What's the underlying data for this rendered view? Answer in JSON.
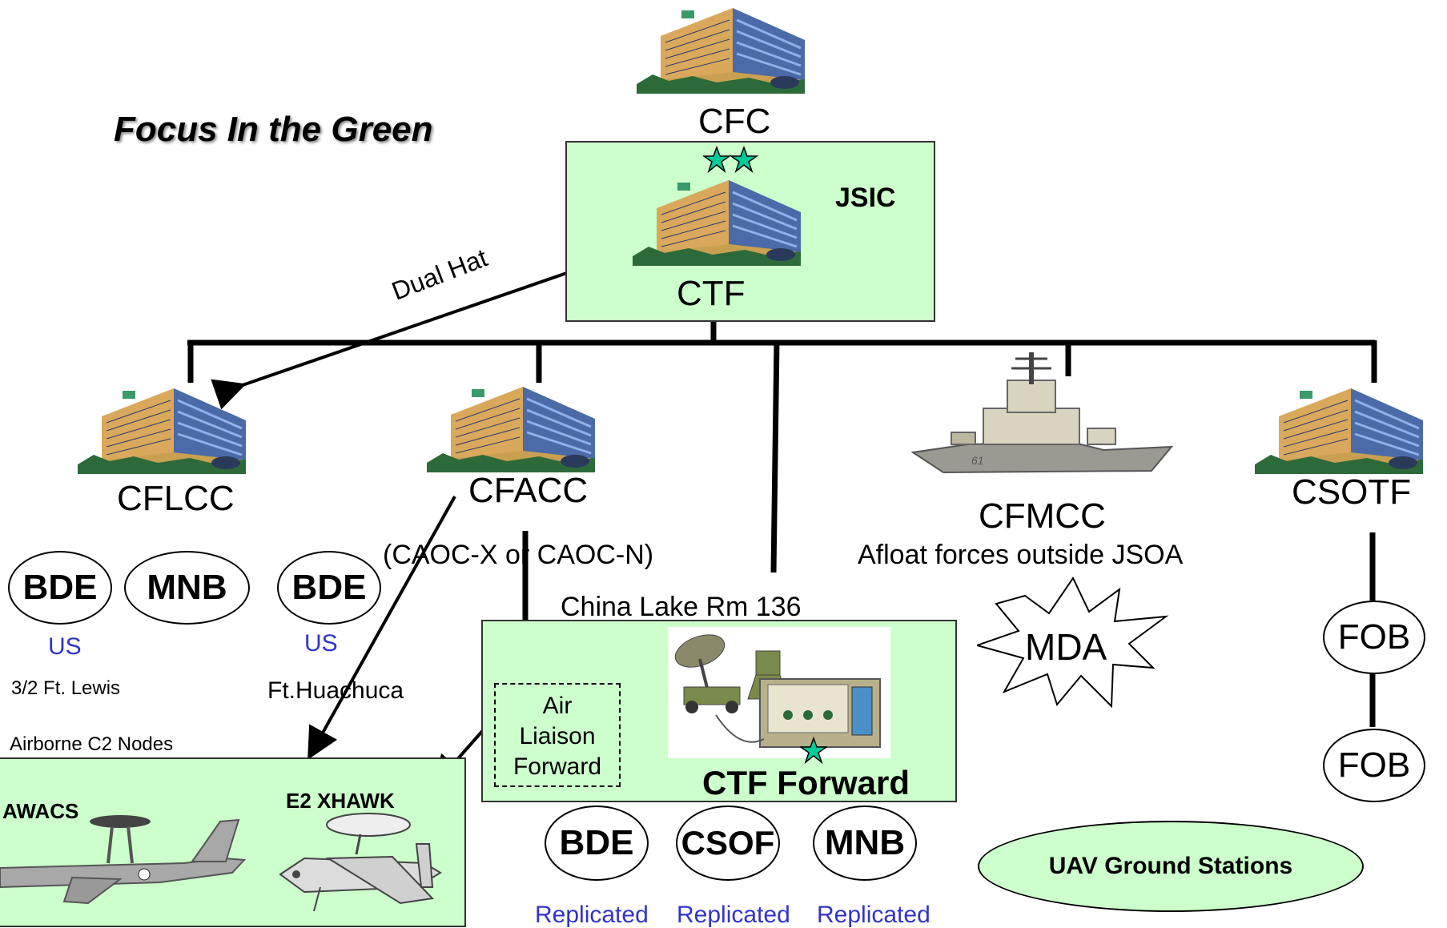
{
  "title": "Focus In the Green",
  "nodes": {
    "cfc": "CFC",
    "ctf": "CTF",
    "jsic": "JSIC",
    "cflcc": "CFLCC",
    "cfacc": "CFACC",
    "cfacc_sub": "(CAOC-X or CAOC-N)",
    "cfmcc": "CFMCC",
    "cfmcc_sub": "Afloat forces outside JSOA",
    "csotf": "CSOTF"
  },
  "dual_hat": "Dual Hat",
  "cflcc_units": {
    "bde": "BDE",
    "mnb": "MNB",
    "us": "US",
    "location": "3/2 Ft. Lewis"
  },
  "cfacc_units": {
    "bde": "BDE",
    "us": "US",
    "location": "Ft.Huachuca"
  },
  "airborne": {
    "label": "Airborne C2 Nodes",
    "awacs": "AWACS",
    "e2": "E2 XHAWK"
  },
  "china_lake": {
    "label": "China Lake Rm 136",
    "air_liaison": [
      "Air",
      "Liaison",
      "Forward"
    ],
    "ctf_forward": "CTF Forward"
  },
  "forward_units": [
    {
      "name": "BDE",
      "note": "Replicated"
    },
    {
      "name": "CSOF",
      "note": "Replicated"
    },
    {
      "name": "MNB",
      "note": "Replicated"
    }
  ],
  "mda": "MDA",
  "fob": [
    "FOB",
    "FOB"
  ],
  "uav": "UAV Ground Stations",
  "colors": {
    "green_fill": "#ccffcc",
    "star": "#00cc99",
    "blue_text": "#3333cc"
  }
}
